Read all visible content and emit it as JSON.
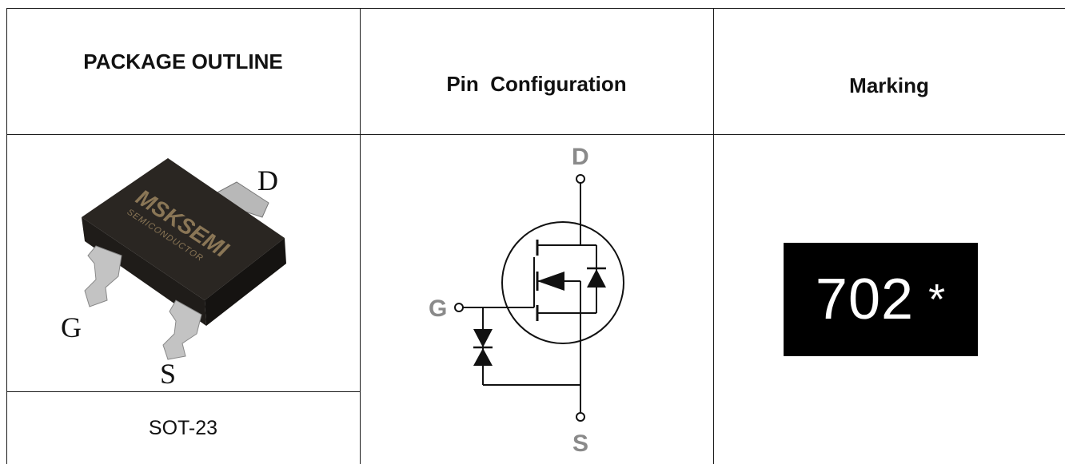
{
  "headers": {
    "package_outline": "PACKAGE OUTLINE",
    "pin_configuration": "Pin  Configuration",
    "marking": "Marking"
  },
  "package": {
    "name": "SOT-23",
    "brand": "MSKSEMI",
    "brand_sub": "SEMICONDUCTOR",
    "pins": {
      "drain": "D",
      "gate": "G",
      "source": "S"
    }
  },
  "pin_config": {
    "pins": {
      "drain": "D",
      "gate": "G",
      "source": "S"
    }
  },
  "marking": {
    "code": "702",
    "suffix": "*"
  },
  "colors": {
    "border": "#1a1a1a",
    "marking_bg": "#000000",
    "marking_text": "#ffffff",
    "pin_label": "#8a8a8a",
    "package_body": "#2a2622",
    "lead": "#b8b8b8"
  }
}
